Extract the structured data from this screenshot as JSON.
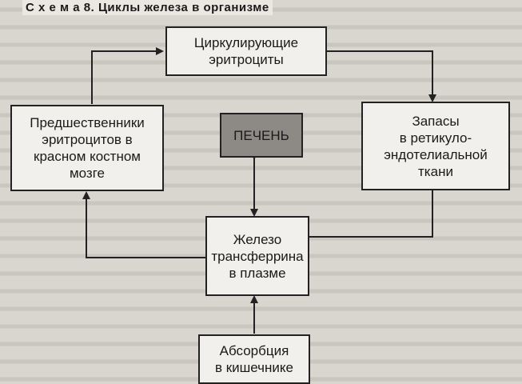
{
  "title": "С х е м а  8. Циклы железа в организме",
  "nodes": {
    "circulating": "Циркулирующие\nэритроциты",
    "precursors": "Предшественники\nэритроцитов в\nкрасном костном\nмозге",
    "liver": "ПЕЧЕНЬ",
    "reserves": "Запасы\nв ретикуло-\nэндотелиальной\nткани",
    "transferrin": "Железо\nтрансферрина\nв плазме",
    "absorption": "Абсорбция\nв кишечнике"
  }
}
